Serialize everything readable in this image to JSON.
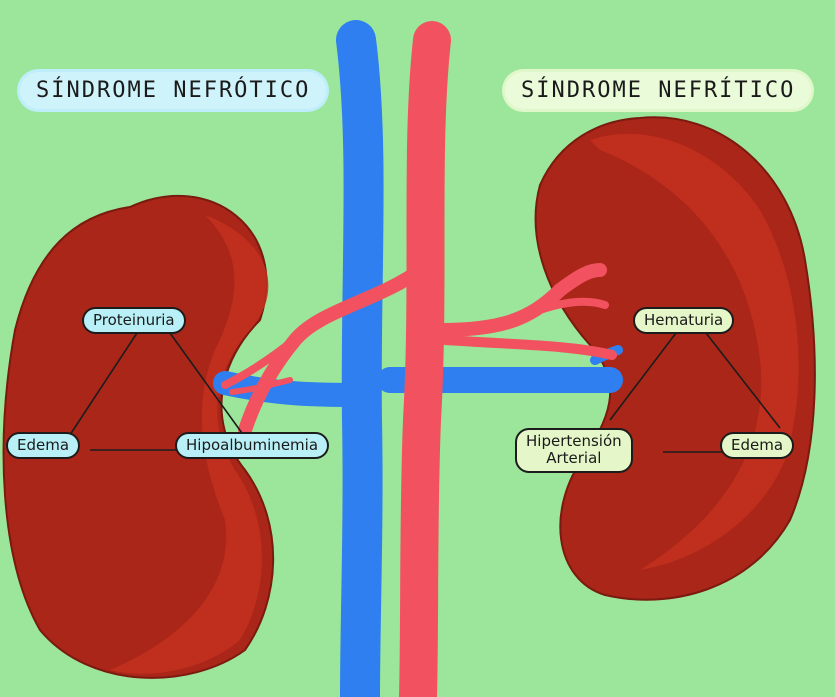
{
  "left": {
    "title": "SÍNDROME NEFRÓTICO",
    "labels": {
      "top": "Proteinuria",
      "left": "Edema",
      "right": "Hipoalbuminemia"
    }
  },
  "right": {
    "title": "SÍNDROME NEFRÍTICO",
    "labels": {
      "top": "Hematuria",
      "left": "Hipertensión\nArterial",
      "right": "Edema"
    }
  },
  "colors": {
    "background": "#9be69a",
    "kidney": "#b12a1c",
    "vein": "#2f7ff0",
    "artery": "#f2525f",
    "label_blue": "#b9f0f7",
    "label_green": "#e5f7c9"
  }
}
